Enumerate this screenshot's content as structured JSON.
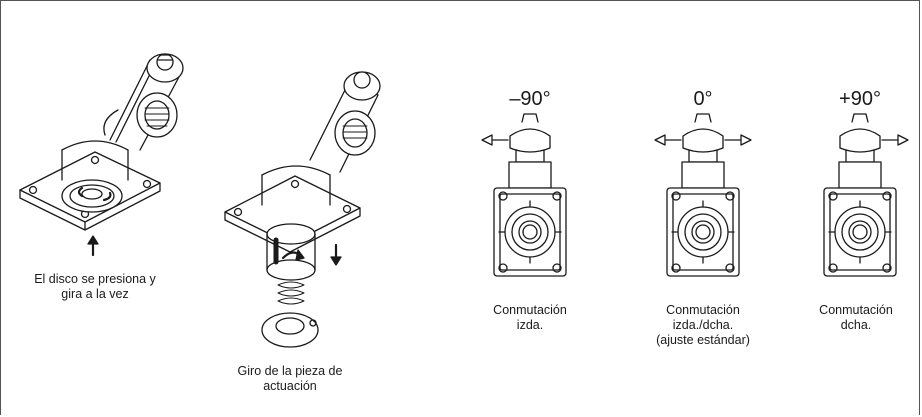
{
  "diagram": {
    "captions": {
      "press_rotate": [
        "El disco se presiona y",
        "gira a la vez"
      ],
      "rotation_part": [
        "Giro de la pieza de",
        "actuación"
      ],
      "left": [
        "Conmutación",
        "izda."
      ],
      "both": [
        "Conmutación",
        "izda./dcha.",
        "(ajuste estándar)"
      ],
      "right": [
        "Conmutación",
        "dcha."
      ]
    },
    "angles": {
      "left": "–90°",
      "center": "0°",
      "right": "+90°"
    }
  }
}
